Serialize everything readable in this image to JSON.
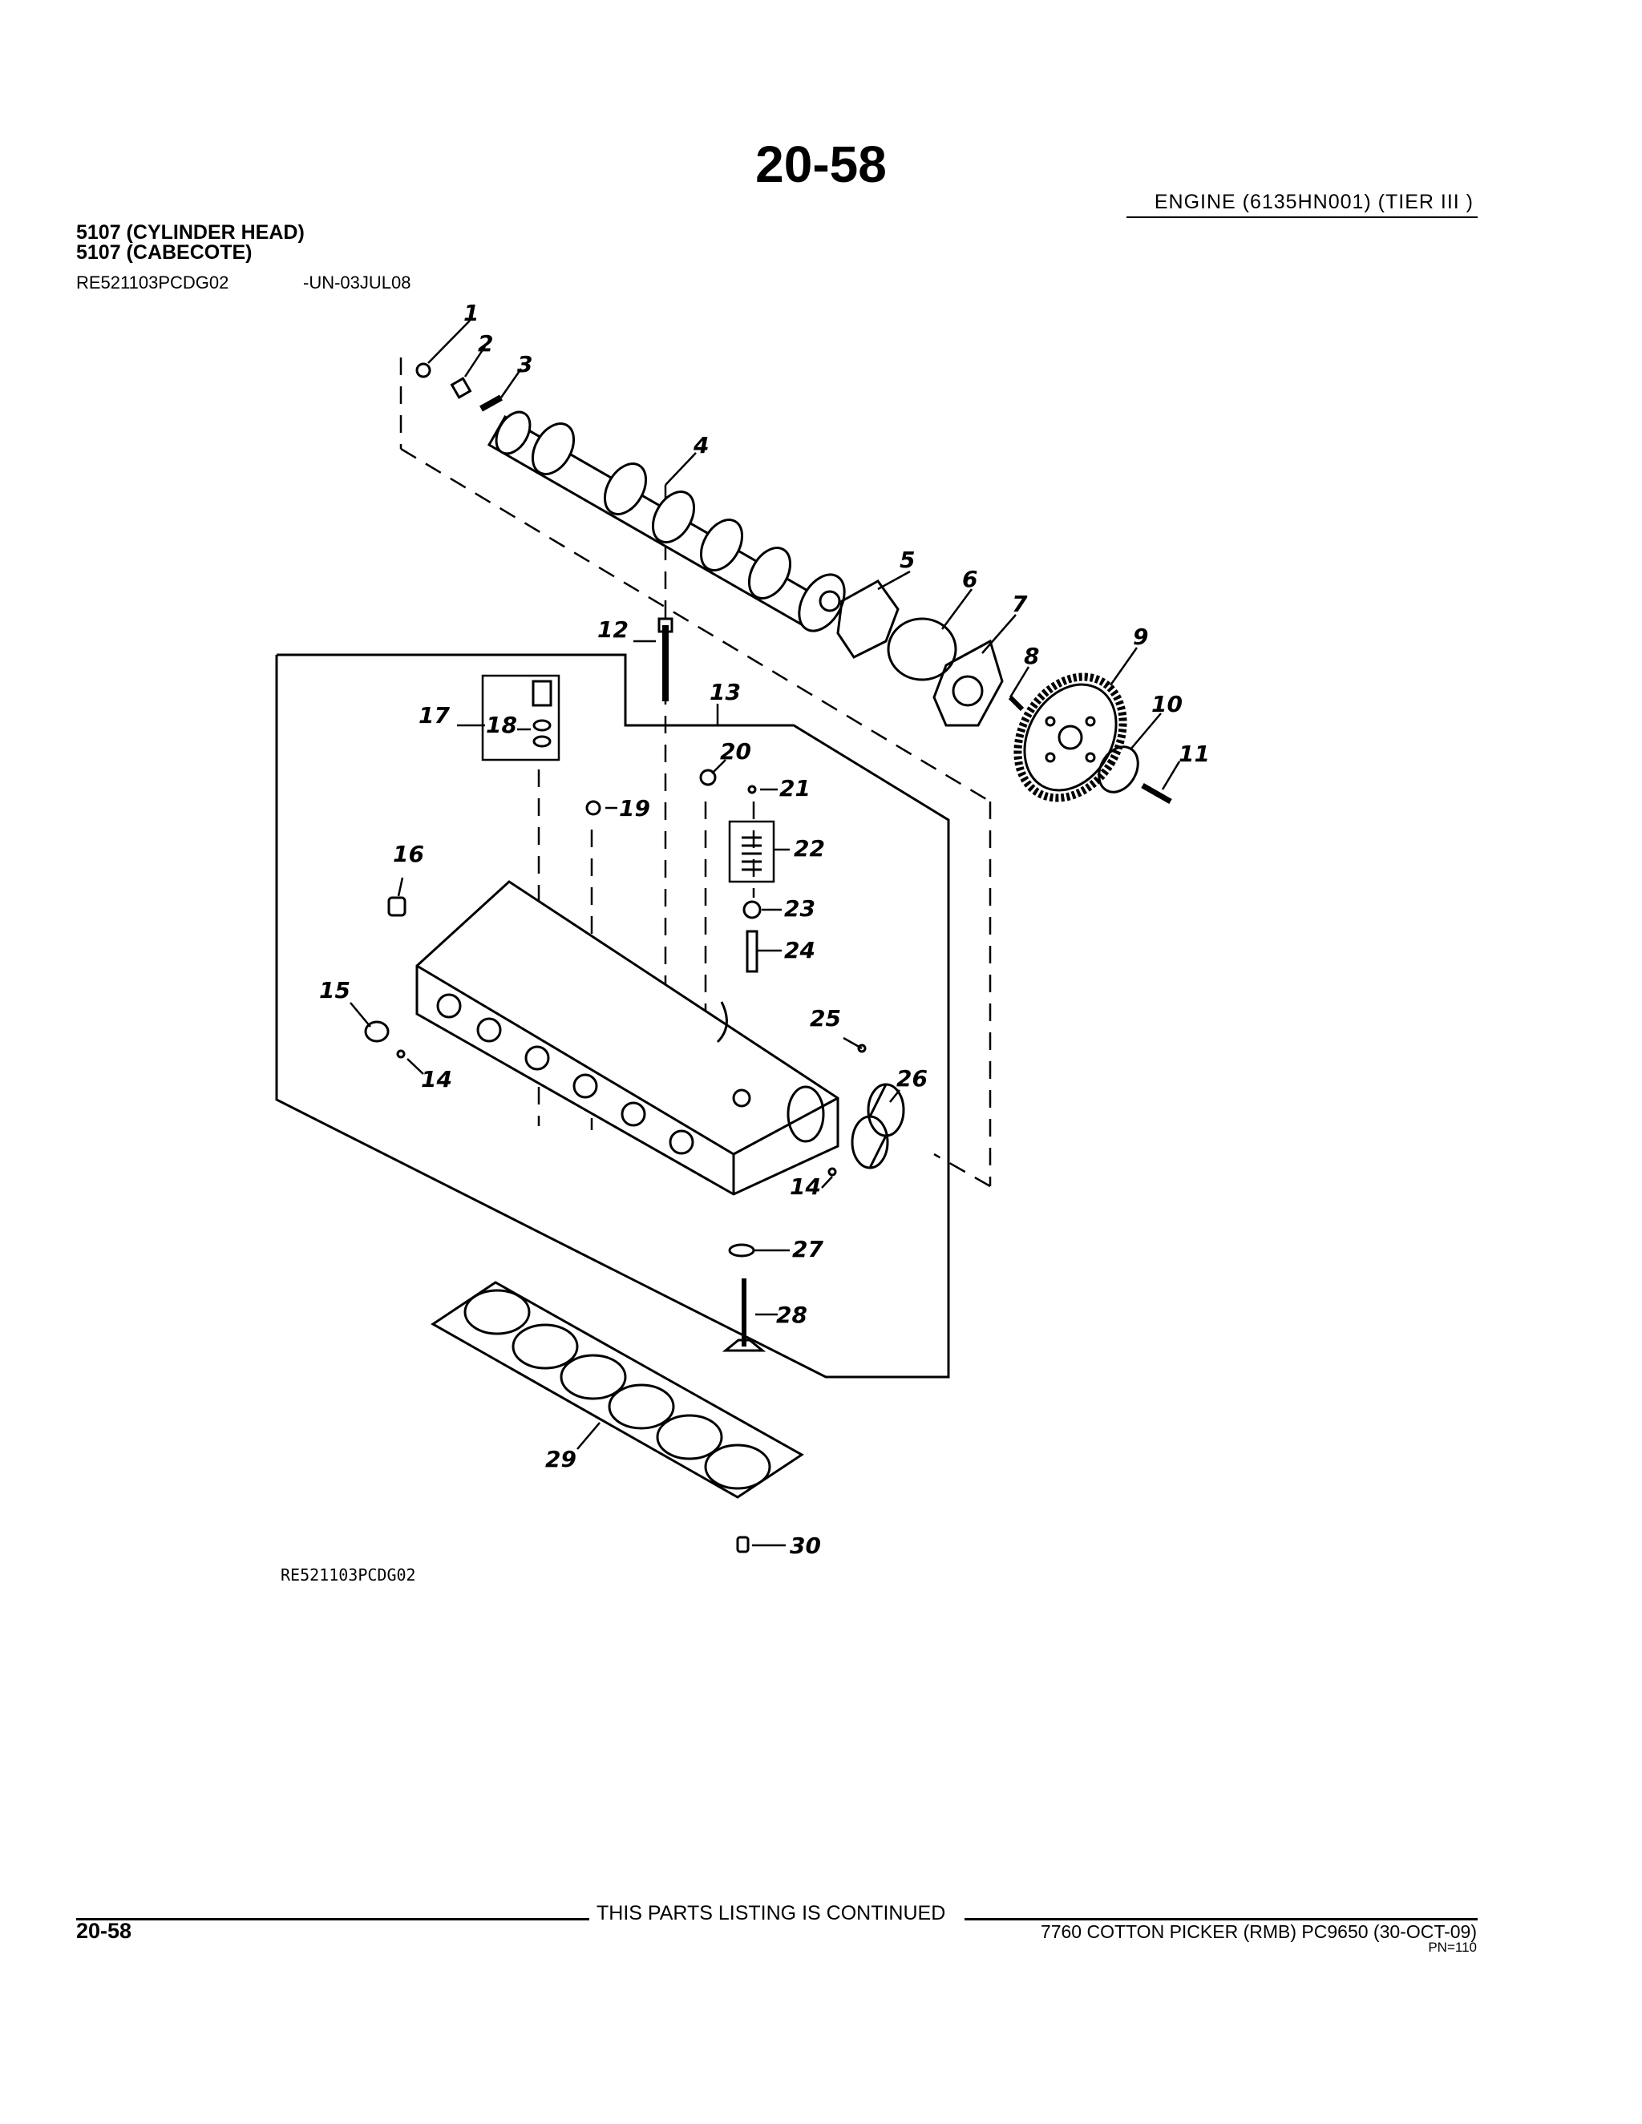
{
  "header": {
    "page_number": "20-58",
    "section_title": "ENGINE  (6135HN001)  (TIER  III  )"
  },
  "headings": {
    "line1": "5107 (CYLINDER HEAD)",
    "line2": "5107 (CABECOTE)"
  },
  "illustration": {
    "id": "RE521103PCDG02",
    "date": "-UN-03JUL08",
    "caption": "RE521103PCDG02",
    "callouts": [
      "1",
      "2",
      "3",
      "4",
      "5",
      "6",
      "7",
      "8",
      "9",
      "10",
      "11",
      "12",
      "13",
      "14",
      "14",
      "15",
      "16",
      "17",
      "18",
      "19",
      "20",
      "21",
      "22",
      "23",
      "24",
      "25",
      "26",
      "27",
      "28",
      "29",
      "30"
    ]
  },
  "footer": {
    "continued": "THIS PARTS LISTING IS CONTINUED",
    "page_number": "20-58",
    "document": "7760  COTTON  PICKER  (RMB)     PC9650      (30-OCT-09)",
    "pn": "PN=110"
  }
}
